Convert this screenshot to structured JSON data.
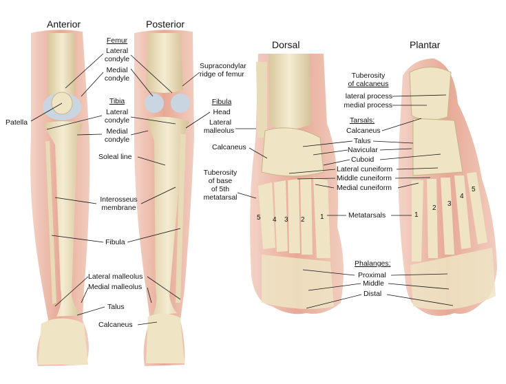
{
  "headings": {
    "anterior": "Anterior",
    "posterior": "Posterior",
    "dorsal": "Dorsal",
    "plantar": "Plantar"
  },
  "leg_labels": {
    "femur": "Femur",
    "lateral_condyle": "Lateral",
    "lateral_condyle2": "condyle",
    "medial_condyle": "Medial",
    "medial_condyle2": "condyle",
    "supracondylar1": "Supracondylar",
    "supracondylar2": "ridge of femur",
    "patella": "Patella",
    "tibia": "Tibia",
    "tib_lat1": "Lateral",
    "tib_lat2": "condyle",
    "tib_med1": "Medial",
    "tib_med2": "condyle",
    "fibula_hd": "Fibula",
    "head": "Head",
    "lat_mall1": "Lateral",
    "lat_mall2": "malleolus",
    "soleal": "Soleal line",
    "interosseus1": "Interosseus",
    "interosseus2": "membrane",
    "fibula": "Fibula",
    "lateral_malleolus": "Lateral malleolus",
    "medial_malleolus": "Medial malleolus",
    "talus": "Talus",
    "calcaneus": "Calcaneus"
  },
  "foot_labels": {
    "calcaneus": "Calcaneus",
    "tuberosity_base1": "Tuberosity",
    "tuberosity_base2": "of base",
    "tuberosity_base3": "of 5th",
    "tuberosity_base4": "metatarsal",
    "tub_calc1": "Tuberosity",
    "tub_calc2": "of calcaneus",
    "lateral_process": "lateral process",
    "medial_process": "medial process",
    "tarsals": "Tarsals:",
    "calcaneus2": "Calcaneus",
    "talus": "Talus",
    "navicular": "Navicular",
    "cuboid": "Cuboid",
    "lat_cun": "Lateral cuneiform",
    "mid_cun": "Middle cuneiform",
    "med_cun": "Medial cuneiform",
    "metatarsals": "Metatarsals",
    "phalanges": "Phalanges:",
    "proximal": "Proximal",
    "middle": "Middle",
    "distal": "Distal"
  },
  "dorsal_numbers": [
    "5",
    "4",
    "3",
    "2",
    "1"
  ],
  "plantar_numbers": [
    "1",
    "2",
    "3",
    "4",
    "5"
  ],
  "colors": {
    "skin": "#e9b6a4",
    "bone": "#efe4c4",
    "bone_shade": "#d8c89e",
    "cartilage": "#c9d6e2",
    "line": "#111111"
  }
}
